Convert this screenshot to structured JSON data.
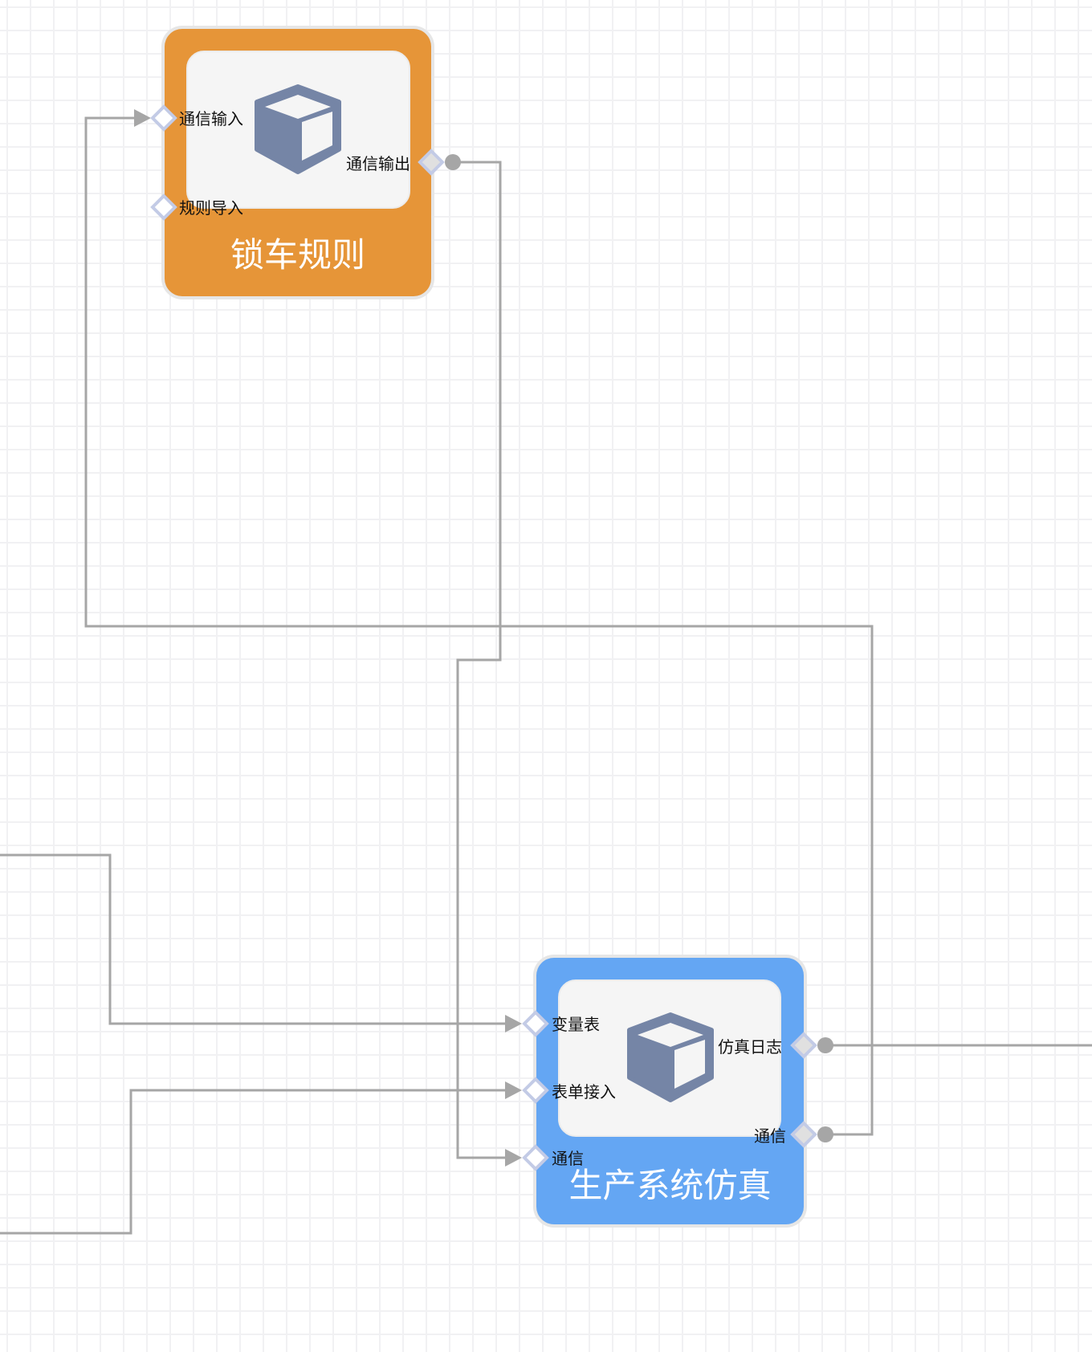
{
  "nodes": [
    {
      "title": "锁车规则",
      "color": "#e69538",
      "icon": "cube-icon",
      "inputs": [
        "通信输入",
        "规则导入"
      ],
      "outputs": [
        "通信输出"
      ]
    },
    {
      "title": "生产系统仿真",
      "color": "#64a6f3",
      "icon": "cube-icon",
      "inputs": [
        "变量表",
        "表单接入",
        "通信"
      ],
      "outputs": [
        "仿真日志",
        "通信"
      ]
    }
  ],
  "colors": {
    "wire": "#a6a6a6",
    "port_border": "#c3cbe6",
    "cube": "#7585a6"
  }
}
